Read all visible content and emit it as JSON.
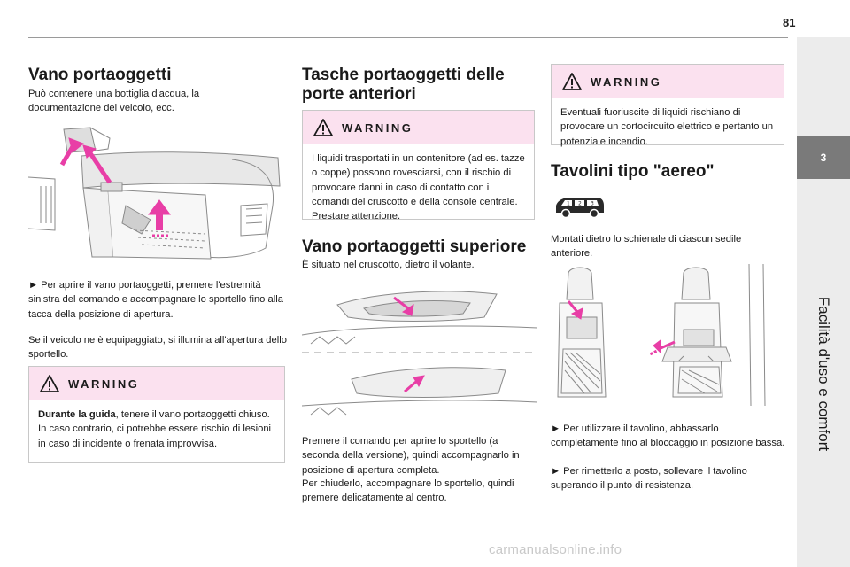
{
  "page": {
    "number": "81",
    "chapter_number": "3",
    "chapter_title": "Facilità d'uso e comfort",
    "watermark": "carmanualsonline.info"
  },
  "col1": {
    "title": "Vano portaoggetti",
    "intro": "Può contenere una bottiglia d'acqua, la documentazione del veicolo, ecc.",
    "steps": [
      "► Per aprire il vano portaoggetti, premere l'estremità sinistra del comando e accompagnare lo sportello fino alla tacca della posizione di apertura.",
      "Se il veicolo ne è equipaggiato, si illumina all'apertura dello sportello."
    ],
    "warning": {
      "heading": "WARNING",
      "bold": "Durante la guida",
      "text": ", tenere il vano portaoggetti chiuso. In caso contrario, ci potrebbe essere rischio di lesioni in caso di incidente o frenata improvvisa."
    }
  },
  "col2": {
    "title": "Tasche portaoggetti delle porte anteriori",
    "warning": {
      "heading": "WARNING",
      "text": "I liquidi trasportati in un contenitore (ad es. tazze o coppe) possono rovesciarsi, con il rischio di provocare danni in caso di contatto con i comandi del cruscotto e della console centrale. Prestare attenzione."
    },
    "title2": "Vano portaoggetti superiore",
    "intro2": "È situato nel cruscotto, dietro il volante.",
    "steps2": [
      "Premere il comando per aprire lo sportello (a seconda della versione), quindi accompagnarlo in posizione di apertura completa.",
      "Per chiuderlo, accompagnare lo sportello, quindi premere delicatamente al centro."
    ]
  },
  "col3": {
    "warning": {
      "heading": "WARNING",
      "text": "Eventuali fuoriuscite di liquidi rischiano di provocare un cortocircuito elettrico e pertanto un potenziale incendio."
    },
    "title": "Tavolini tipo \"aereo\"",
    "intro": "Montati dietro lo schienale di ciascun sedile anteriore.",
    "steps": [
      "► Per utilizzare il tavolino, abbassarlo completamente fino al bloccaggio in posizione bassa.",
      "► Per rimetterlo a posto, sollevare il tavolino superando il punto di resistenza."
    ]
  },
  "colors": {
    "warning_band": "#fbe1ef",
    "arrow": "#e83ea6",
    "tab_active": "#7a7a7a",
    "tab_bg": "#ececec"
  }
}
